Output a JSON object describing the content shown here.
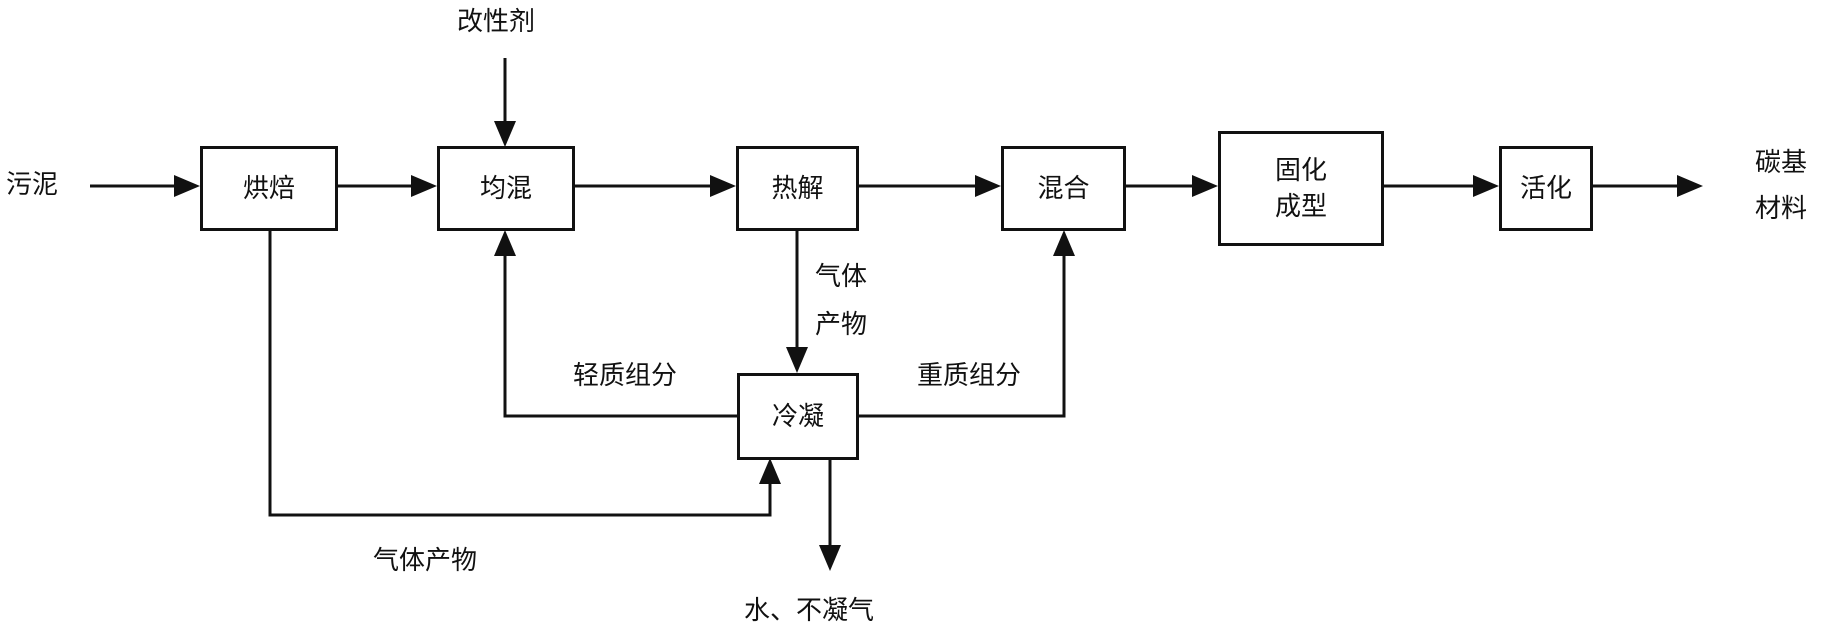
{
  "diagram": {
    "inputs": {
      "sludge": "污泥",
      "modifier": "改性剂"
    },
    "output": {
      "line1": "碳基",
      "line2": "材料"
    },
    "nodes": {
      "drying": "烘焙",
      "homogenize": "均混",
      "pyrolysis": "热解",
      "mix": "混合",
      "solidify_line1": "固化",
      "solidify_line2": "成型",
      "activate": "活化",
      "condense": "冷凝"
    },
    "edge_labels": {
      "gas_product_short_line1": "气体",
      "gas_product_short_line2": "产物",
      "light_fraction": "轻质组分",
      "heavy_fraction": "重质组分",
      "gas_product_long": "气体产物",
      "water_noncondensable": "水、不凝气"
    }
  }
}
